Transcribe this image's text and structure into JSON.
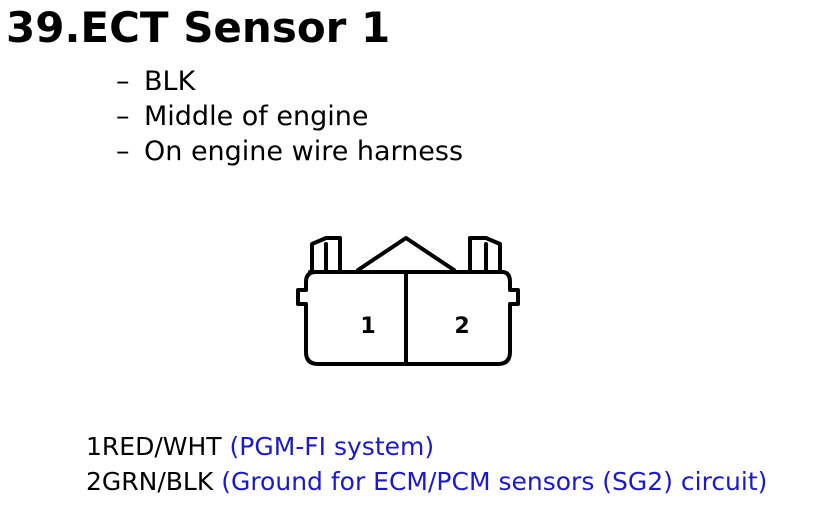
{
  "title": "39.ECT Sensor 1",
  "details": [
    {
      "dash": "–",
      "text": "BLK"
    },
    {
      "dash": "–",
      "text": "Middle of engine"
    },
    {
      "dash": "–",
      "text": "On engine wire harness"
    }
  ],
  "connector": {
    "pin_labels": [
      "1",
      "2"
    ]
  },
  "pins": [
    {
      "number": "1",
      "wire": "RED/WHT",
      "desc": "(PGM-FI system)"
    },
    {
      "number": "2",
      "wire": "GRN/BLK",
      "desc": "(Ground for ECM/PCM sensors (SG2) circuit)"
    }
  ],
  "colors": {
    "description": "#1a1acc",
    "text": "#000000"
  }
}
